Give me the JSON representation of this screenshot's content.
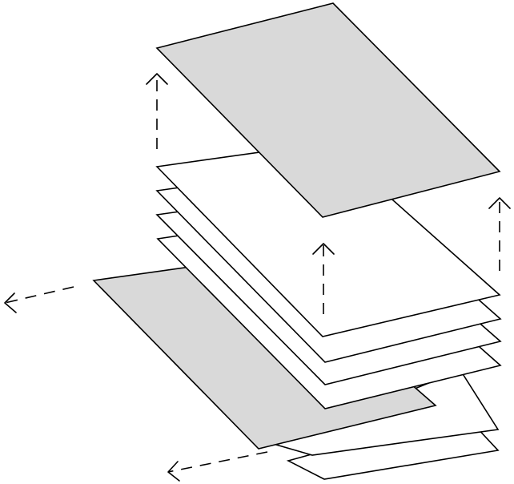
{
  "diagram": {
    "description_visible_text": "",
    "colors": {
      "background": "#ffffff",
      "stroke": "#000000",
      "removed_sheet_fill": "#d9d9d9",
      "stack_sheet_fill": "#ffffff"
    },
    "layers": [
      {
        "role": "lifted-top-sheet",
        "fill": "grey",
        "direction": "up"
      },
      {
        "role": "stack-sheet-1",
        "fill": "white"
      },
      {
        "role": "stack-sheet-2",
        "fill": "white"
      },
      {
        "role": "stack-sheet-3",
        "fill": "white"
      },
      {
        "role": "stack-sheet-4",
        "fill": "white"
      },
      {
        "role": "pulled-out-sheet",
        "fill": "grey",
        "direction": "left"
      },
      {
        "role": "stack-sheet-5",
        "fill": "white"
      },
      {
        "role": "stack-sheet-6",
        "fill": "white"
      }
    ],
    "arrows": [
      {
        "name": "lift-arrow-left",
        "direction": "up",
        "style": "dashed"
      },
      {
        "name": "lift-arrow-center",
        "direction": "up",
        "style": "dashed"
      },
      {
        "name": "lift-arrow-right",
        "direction": "up",
        "style": "dashed"
      },
      {
        "name": "slide-arrow-left",
        "direction": "left",
        "style": "dashed"
      },
      {
        "name": "slide-arrow-bottom",
        "direction": "down-left",
        "style": "dashed"
      }
    ]
  }
}
